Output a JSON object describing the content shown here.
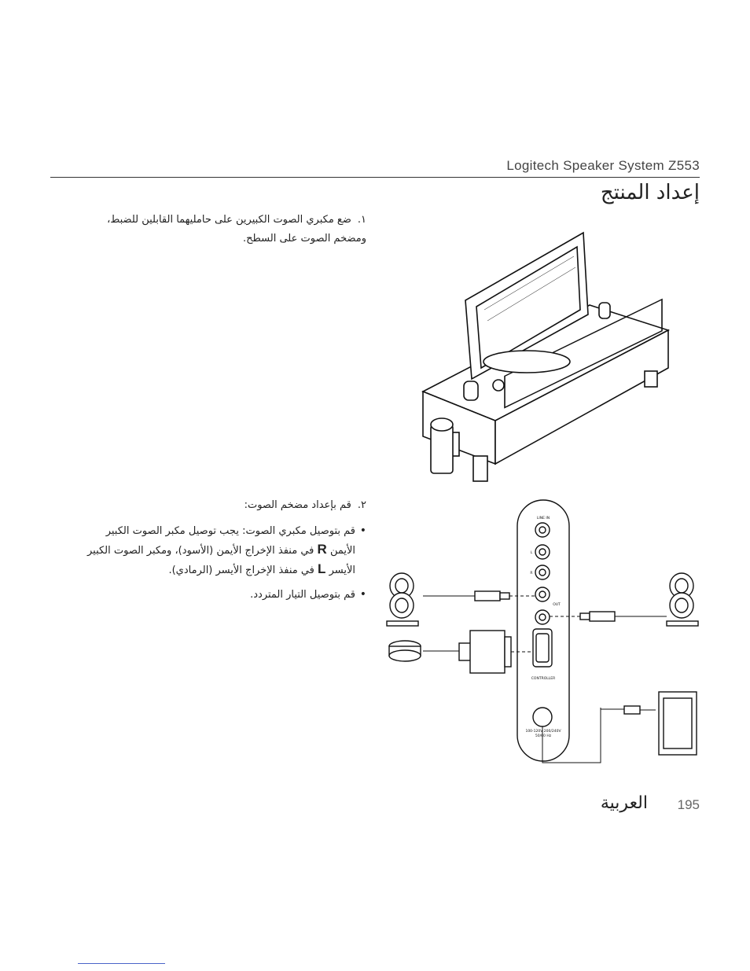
{
  "header": {
    "title": "Logitech Speaker System Z553"
  },
  "section": {
    "title": "إعداد المنتج"
  },
  "steps": {
    "step1": {
      "number": "١.",
      "text": "ضع مكبري الصوت الكبيرين على حامليهما القابلين للضبط، ومضخم الصوت على السطح."
    },
    "step2": {
      "number": "٢.",
      "text": "قم بإعداد مضخم الصوت:",
      "bullet1_a": "قم بتوصيل مكبري الصوت: يجب توصيل مكبر الصوت الكبير الأيمن",
      "bullet1_R": "R",
      "bullet1_b": "في منفذ الإخراج الأيمن (الأسود)، ومكبر الصوت الكبير الأيسر",
      "bullet1_L": "L",
      "bullet1_c": "في منفذ الإخراج الأيسر (الرمادي).",
      "bullet2": "قم بتوصيل التيار المتردد."
    }
  },
  "diagram": {
    "controller": {
      "line_in_label": "LINE IN",
      "out_label": "OUT",
      "l_label": "L",
      "r_label": "R",
      "controller_label": "CONTROLLER",
      "power_label": "100-120V 200/240V",
      "power_label2": "50/60 Hz"
    }
  },
  "footer": {
    "language": "العربية",
    "page_number": "195"
  }
}
